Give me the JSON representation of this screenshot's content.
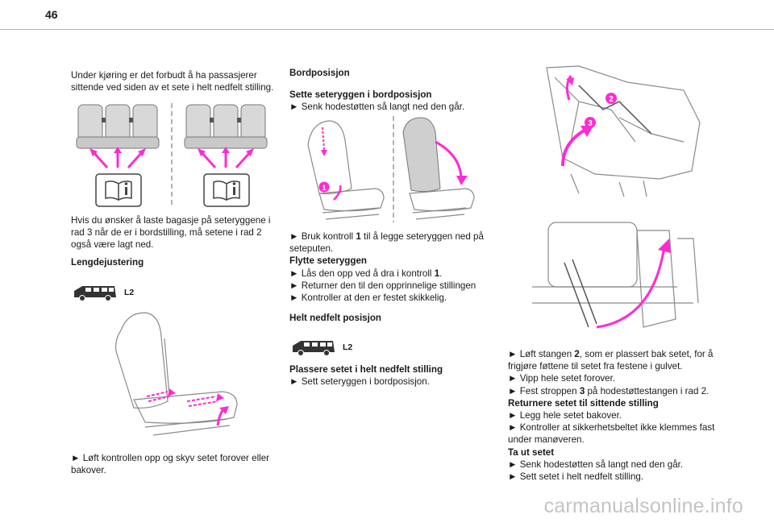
{
  "page_number": "46",
  "col1": {
    "intro": "Under kjøring er det forbudt å ha passasjerer sittende ved siden av et sete i helt nedfelt stilling.",
    "luggage_note": "Hvis du ønsker å laste bagasje på seteryggene i rad 3 når de er i bordstilling, må setene i rad 2 også være lagt ned.",
    "heading": "Lengdejustering",
    "badge": "L2",
    "instruction": "► Løft kontrollen opp og skyv setet forover eller bakover."
  },
  "col2": {
    "heading": "Bordposisjon",
    "sub1": "Sette seteryggen i bordposisjon",
    "step1": "► Senk hodestøtten så langt ned den går.",
    "fig_label_1": "1",
    "step2_pre": "► Bruk kontroll ",
    "step2_num": "1",
    "step2_post": " til å legge seteryggen ned på seteputen.",
    "sub2": "Flytte seteryggen",
    "step3_pre": "► Lås den opp ved å dra i kontroll ",
    "step3_num": "1",
    "step3_post": ".",
    "step4": "► Returner den til den opprinnelige stillingen",
    "step5": "► Kontroller at den er festet skikkelig.",
    "heading2": "Helt nedfelt posisjon",
    "badge": "L2",
    "sub3": "Plassere setet i helt nedfelt stilling",
    "step6": "► Sett seteryggen i bordposisjon."
  },
  "col3": {
    "fig_label_2": "2",
    "fig_label_3": "3",
    "s1_pre": "► Løft stangen ",
    "s1_num": "2",
    "s1_post": ", som er plassert bak setet, for å frigjøre føttene til setet fra festene i gulvet.",
    "s2": "► Vipp hele setet forover.",
    "s3_pre": "► Fest stroppen ",
    "s3_num": "3",
    "s3_post": " på hodestøttestangen i rad 2.",
    "sub1": "Returnere setet til sittende stilling",
    "s4": "► Legg hele setet bakover.",
    "s5": "► Kontroller at sikkerhetsbeltet ikke klemmes fast under manøveren.",
    "sub2": "Ta ut setet",
    "s6": "► Senk hodestøtten så langt ned den går.",
    "s7": "► Sett setet i helt nedfelt stilling."
  },
  "watermark": "carmanualsonline.info",
  "colors": {
    "accent": "#ff2ad4",
    "line": "#888888",
    "rule": "#b5b5b5"
  }
}
